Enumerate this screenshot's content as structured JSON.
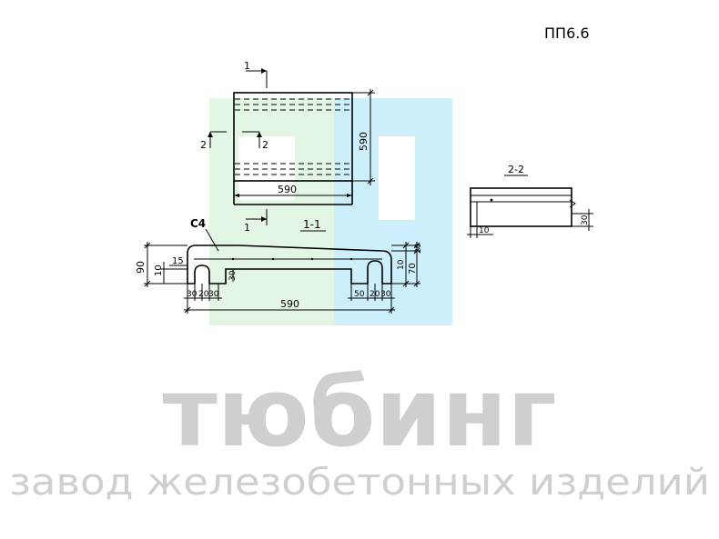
{
  "drawing": {
    "code": "ПП6.6",
    "plan": {
      "width_dim": "590",
      "height_dim": "590",
      "section_mark_1_top": "1",
      "section_mark_1_bottom": "1",
      "section_mark_2_left": "2",
      "section_mark_2_right": "2"
    },
    "section_1_1": {
      "title": "1-1",
      "callout": "C4",
      "dims": {
        "overall_width": "590",
        "height_total": "90",
        "height_left_inner": "10",
        "height_right": "70",
        "top_right": "20",
        "right_inner": "10",
        "offset_15": "15",
        "center_30": "30",
        "bottom_left": [
          "30",
          "20",
          "30"
        ],
        "bottom_right": [
          "50",
          "20",
          "30"
        ]
      }
    },
    "section_2_2": {
      "title": "2-2",
      "dim_height": "30",
      "dim_bottom": "10"
    }
  },
  "watermark": {
    "brand": "тюбинг",
    "tagline": "завод железобетонных изделий",
    "colors": {
      "green": "#e3f5e3",
      "blue": "#cdeefb",
      "text": "#cfcfcf"
    }
  }
}
